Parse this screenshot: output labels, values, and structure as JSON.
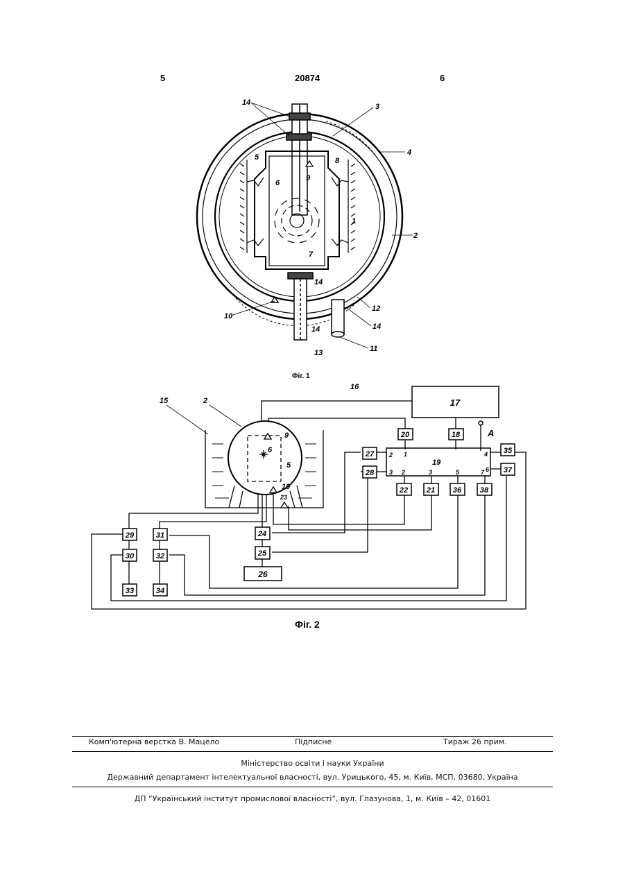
{
  "header": {
    "page_left": "5",
    "patent_number": "20874",
    "page_right": "6"
  },
  "figure1": {
    "caption": "Фіг. 1",
    "labels": {
      "l14a": "14",
      "l3": "3",
      "l4": "4",
      "l5": "5",
      "l8": "8",
      "l6": "6",
      "l9": "9",
      "l1": "1",
      "l2": "2",
      "l7": "7",
      "l14b": "14",
      "l10": "10",
      "l12": "12",
      "l14c": "14",
      "l14d": "14",
      "l13": "13",
      "l11": "11"
    }
  },
  "figure2": {
    "caption": "Фіг. 2",
    "labels": {
      "l15": "15",
      "l2": "2",
      "l16": "16",
      "l9": "9",
      "l6": "6",
      "l5": "5",
      "l10": "10",
      "l23": "23",
      "lA": "A",
      "l19": "19",
      "p2a": "2",
      "p1": "1",
      "p4": "4",
      "p3": "3",
      "p2b": "2",
      "p3b": "3",
      "p5": "5",
      "p7": "7",
      "p6": "6"
    },
    "blocks": {
      "b17": "17",
      "b20": "20",
      "b18": "18",
      "b27": "27",
      "b28": "28",
      "b35": "35",
      "b37": "37",
      "b22": "22",
      "b21": "21",
      "b36": "36",
      "b38": "38",
      "b29": "29",
      "b31": "31",
      "b30": "30",
      "b32": "32",
      "b33": "33",
      "b34": "34",
      "b24": "24",
      "b25": "25",
      "b26": "26"
    }
  },
  "footer": {
    "layout": "Комп'ютерна верстка В. Мацело",
    "signed": "Підписне",
    "circulation": "Тираж 26 прим.",
    "ministry": "Міністерство освіти і науки України",
    "department": "Державний департамент інтелектуальної власності, вул. Урицького, 45, м. Київ, МСП, 03680, Україна",
    "institute": "ДП “Український інститут промислової власності”, вул. Глазунова, 1, м. Київ – 42, 01601"
  }
}
